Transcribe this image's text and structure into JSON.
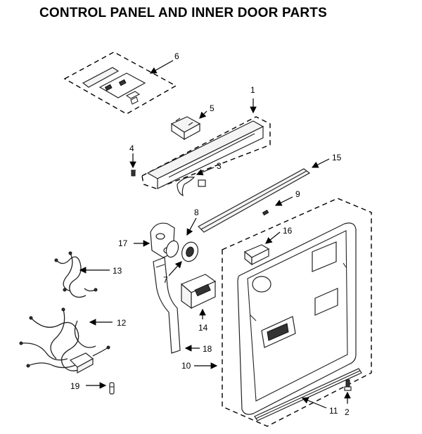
{
  "title": "CONTROL PANEL AND INNER DOOR PARTS",
  "callouts": [
    {
      "id": "1",
      "label": "1"
    },
    {
      "id": "2",
      "label": "2"
    },
    {
      "id": "3",
      "label": "3"
    },
    {
      "id": "4",
      "label": "4"
    },
    {
      "id": "5",
      "label": "5"
    },
    {
      "id": "6",
      "label": "6"
    },
    {
      "id": "7",
      "label": "7"
    },
    {
      "id": "8",
      "label": "8"
    },
    {
      "id": "9",
      "label": "9"
    },
    {
      "id": "10",
      "label": "10"
    },
    {
      "id": "11",
      "label": "11"
    },
    {
      "id": "12",
      "label": "12"
    },
    {
      "id": "13",
      "label": "13"
    },
    {
      "id": "14",
      "label": "14"
    },
    {
      "id": "15",
      "label": "15"
    },
    {
      "id": "16",
      "label": "16"
    },
    {
      "id": "17",
      "label": "17"
    },
    {
      "id": "18",
      "label": "18"
    },
    {
      "id": "19",
      "label": "19"
    }
  ]
}
